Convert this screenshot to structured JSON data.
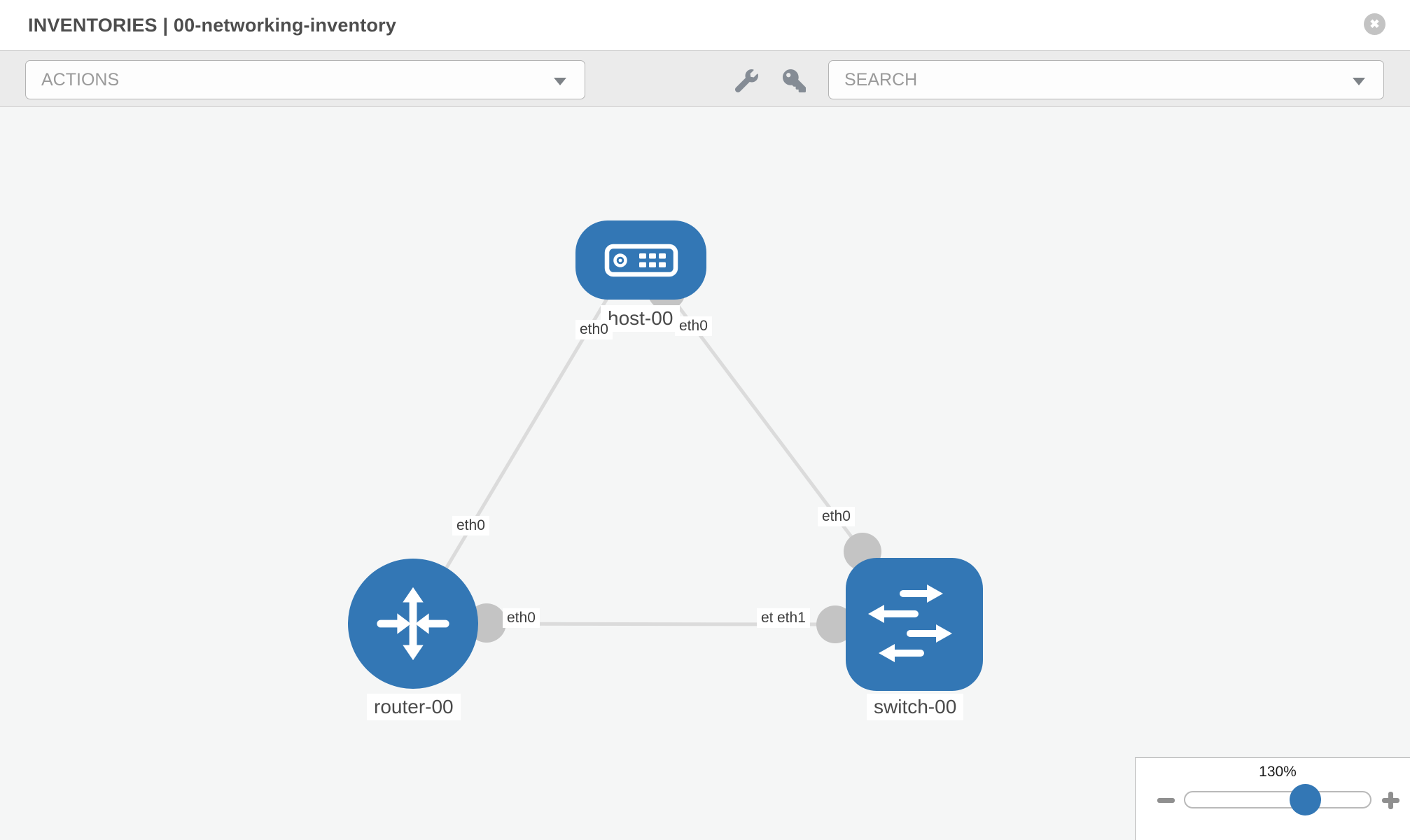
{
  "header": {
    "title": "INVENTORIES | 00-networking-inventory"
  },
  "toolbar": {
    "actions_label": "ACTIONS",
    "search_label": "SEARCH",
    "icons": [
      "wrench-icon",
      "key-icon",
      "chevron-down-icon"
    ]
  },
  "topology": {
    "nodes": [
      {
        "label": "host-00",
        "type": "host",
        "shape": "rounded-rect",
        "icon": "host-device-icon"
      },
      {
        "label": "router-00",
        "type": "router",
        "shape": "circle",
        "icon": "router-arrows-icon"
      },
      {
        "label": "switch-00",
        "type": "switch",
        "shape": "rounded-square",
        "icon": "switch-arrows-icon"
      }
    ],
    "links": [
      {
        "from": "router-00",
        "to": "host-00",
        "from_if": "eth0",
        "to_if": "eth0"
      },
      {
        "from": "host-00",
        "to": "switch-00",
        "from_if": "eth0",
        "to_if": "eth0"
      },
      {
        "from": "router-00",
        "to": "switch-00",
        "from_if": "eth0",
        "to_if": "eth1",
        "to_if_under": "eth0"
      }
    ]
  },
  "zoom_control": {
    "value": "130%"
  },
  "colors": {
    "node_blue": "#3377b5",
    "port_gray": "#c4c4c4",
    "link_gray": "#dbdbdb",
    "canvas_bg": "#f5f6f6",
    "toolbar_bg": "#ebebeb"
  }
}
